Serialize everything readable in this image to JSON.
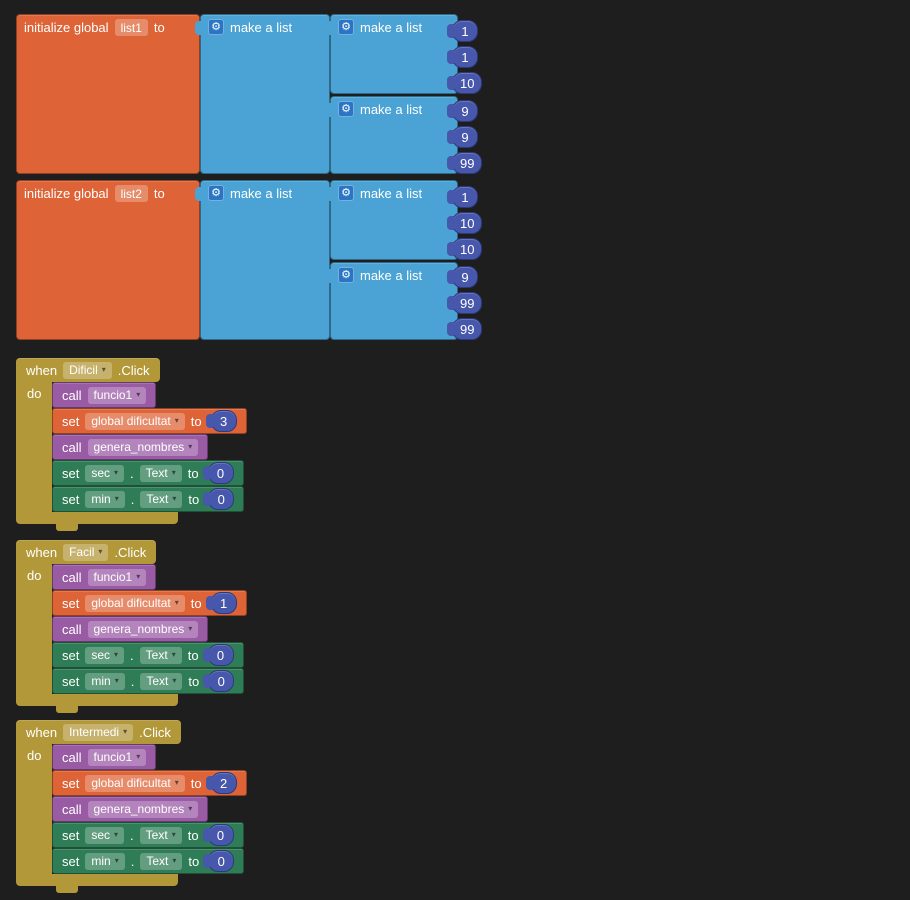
{
  "colors": {
    "background": "#1e1e1e",
    "variable_orange": "#de6438",
    "list_blue": "#4aa3d4",
    "math_indigo": "#4757ab",
    "event_gold": "#b3983a",
    "procedure_purple": "#9a5ba5",
    "component_green": "#2f7d56"
  },
  "icons": {
    "gear": "⚙",
    "dropdown_arrow": "▾"
  },
  "globals": [
    {
      "label_initialize": "initialize global",
      "name": "list1",
      "label_to": "to",
      "outer_list": {
        "label": "make a list"
      },
      "inner_lists": [
        {
          "label": "make a list",
          "values": [
            "1",
            "1",
            "10"
          ]
        },
        {
          "label": "make a list",
          "values": [
            "9",
            "9",
            "99"
          ]
        }
      ]
    },
    {
      "label_initialize": "initialize global",
      "name": "list2",
      "label_to": "to",
      "outer_list": {
        "label": "make a list"
      },
      "inner_lists": [
        {
          "label": "make a list",
          "values": [
            "1",
            "10",
            "10"
          ]
        },
        {
          "label": "make a list",
          "values": [
            "9",
            "99",
            "99"
          ]
        }
      ]
    }
  ],
  "events": [
    {
      "label_when": "when",
      "component": "Dificil",
      "label_event": ".Click",
      "label_do": "do",
      "statements": [
        {
          "type": "call",
          "label_call": "call",
          "procedure": "funcio1"
        },
        {
          "type": "set_var",
          "label_set": "set",
          "variable": "global dificultat",
          "label_to": "to",
          "value": "3"
        },
        {
          "type": "call",
          "label_call": "call",
          "procedure": "genera_nombres"
        },
        {
          "type": "set_prop",
          "label_set": "set",
          "component": "sec",
          "label_dot": ".",
          "property": "Text",
          "label_to": "to",
          "value": "0"
        },
        {
          "type": "set_prop",
          "label_set": "set",
          "component": "min",
          "label_dot": ".",
          "property": "Text",
          "label_to": "to",
          "value": "0"
        }
      ]
    },
    {
      "label_when": "when",
      "component": "Facil",
      "label_event": ".Click",
      "label_do": "do",
      "statements": [
        {
          "type": "call",
          "label_call": "call",
          "procedure": "funcio1"
        },
        {
          "type": "set_var",
          "label_set": "set",
          "variable": "global dificultat",
          "label_to": "to",
          "value": "1"
        },
        {
          "type": "call",
          "label_call": "call",
          "procedure": "genera_nombres"
        },
        {
          "type": "set_prop",
          "label_set": "set",
          "component": "sec",
          "label_dot": ".",
          "property": "Text",
          "label_to": "to",
          "value": "0"
        },
        {
          "type": "set_prop",
          "label_set": "set",
          "component": "min",
          "label_dot": ".",
          "property": "Text",
          "label_to": "to",
          "value": "0"
        }
      ]
    },
    {
      "label_when": "when",
      "component": "Intermedi",
      "label_event": ".Click",
      "label_do": "do",
      "statements": [
        {
          "type": "call",
          "label_call": "call",
          "procedure": "funcio1"
        },
        {
          "type": "set_var",
          "label_set": "set",
          "variable": "global dificultat",
          "label_to": "to",
          "value": "2"
        },
        {
          "type": "call",
          "label_call": "call",
          "procedure": "genera_nombres"
        },
        {
          "type": "set_prop",
          "label_set": "set",
          "component": "sec",
          "label_dot": ".",
          "property": "Text",
          "label_to": "to",
          "value": "0"
        },
        {
          "type": "set_prop",
          "label_set": "set",
          "component": "min",
          "label_dot": ".",
          "property": "Text",
          "label_to": "to",
          "value": "0"
        }
      ]
    }
  ]
}
